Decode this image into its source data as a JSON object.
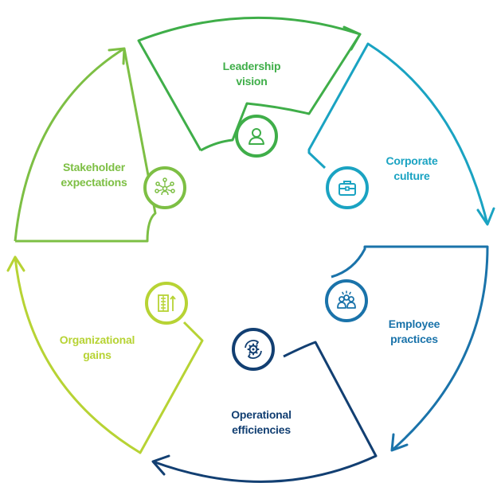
{
  "colors": {
    "leadership": "#3fae49",
    "culture": "#1aa3c2",
    "employee": "#1a73aa",
    "operational": "#123f72",
    "organizational": "#b7d334",
    "stakeholder": "#7dbf44"
  },
  "segments": [
    {
      "id": "leadership",
      "label": "Leadership\nvision",
      "icon": "person-icon"
    },
    {
      "id": "culture",
      "label": "Corporate\nculture",
      "icon": "briefcase-icon"
    },
    {
      "id": "employee",
      "label": "Employee\npractices",
      "icon": "people-group-icon"
    },
    {
      "id": "operational",
      "label": "Operational\nefficiencies",
      "icon": "gear-cycle-icon"
    },
    {
      "id": "organizational",
      "label": "Organizational\ngains",
      "icon": "building-growth-icon"
    },
    {
      "id": "stakeholder",
      "label": "Stakeholder\nexpectations",
      "icon": "network-people-icon"
    }
  ]
}
